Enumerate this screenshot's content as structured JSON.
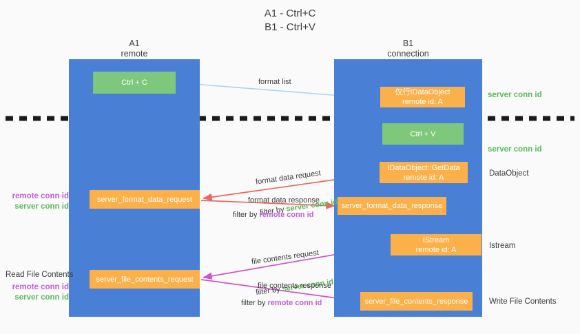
{
  "title": {
    "line1": "A1 - Ctrl+C",
    "line2": "B1 - Ctrl+V"
  },
  "columns": [
    {
      "id": "a1",
      "name": "A1",
      "subtitle": "remote",
      "header": "A1\nremote"
    },
    {
      "id": "b1",
      "name": "B1",
      "subtitle": "connection",
      "header": "B1\nconnection"
    }
  ],
  "boxes": {
    "ctrl_c": {
      "label": "Ctrl + C",
      "color": "#7ec87e"
    },
    "ctrl_v": {
      "label": "Ctrl + V",
      "color": "#7ec87e"
    },
    "idataobject_format": {
      "label": "仅行IDataObject\nremote id: A",
      "color": "#fcb04a"
    },
    "getdata": {
      "label": "IDataObject::GetData\nremote id: A",
      "color": "#fcb04a"
    },
    "istream": {
      "label": "IStream\nremote id: A",
      "color": "#fcb04a"
    },
    "format_data_request": {
      "label": "server_format_data_request",
      "color": "#fcb04a"
    },
    "format_data_response": {
      "label": "server_format_data_response",
      "color": "#fcb04a"
    },
    "file_contents_request": {
      "label": "server_file_contents_request",
      "color": "#fcb04a"
    },
    "file_contents_response": {
      "label": "server_file_contents_response",
      "color": "#fcb04a"
    }
  },
  "right_labels": {
    "server_conn_id_1": "server conn id",
    "server_conn_id_2": "server conn id",
    "dataobject": "DataObject",
    "istream": "Istream",
    "write_file_contents": "Write File Contents"
  },
  "left_labels": {
    "remote_conn_id_1": "remote conn id",
    "server_conn_id_1": "server conn id",
    "read_file_contents": "Read File Contents",
    "remote_conn_id_2": "remote conn id",
    "server_conn_id_2": "server conn id"
  },
  "arrow_labels": {
    "format_list": "format list",
    "format_data_request": "format data request",
    "format_data_request_filter_prefix": "filter by ",
    "format_data_request_filter_key": "server conn id",
    "format_data_response": "format data response",
    "format_data_response_filter_prefix": "filter by ",
    "format_data_response_filter_key": "remote conn id",
    "file_contents_request": "file contents request",
    "file_contents_request_filter_prefix": "filter by ",
    "file_contents_request_filter_key": "server conn id",
    "file_contents_response": "file contents response",
    "file_contents_response_filter_prefix": "filter by ",
    "file_contents_response_filter_key": "remote conn id"
  },
  "colors": {
    "lane_blue": "#4a7fd6",
    "box_green": "#7ec87e",
    "box_orange": "#fcb04a",
    "server_conn_green": "#5cb85c",
    "remote_conn_purple": "#c060d8",
    "arrow_light_blue": "#aed2f0",
    "arrow_red": "#e8685d",
    "arrow_magenta": "#cc55cc",
    "arrow_black": "#111111",
    "background": "#fafafa",
    "text": "#3c3c3c"
  }
}
